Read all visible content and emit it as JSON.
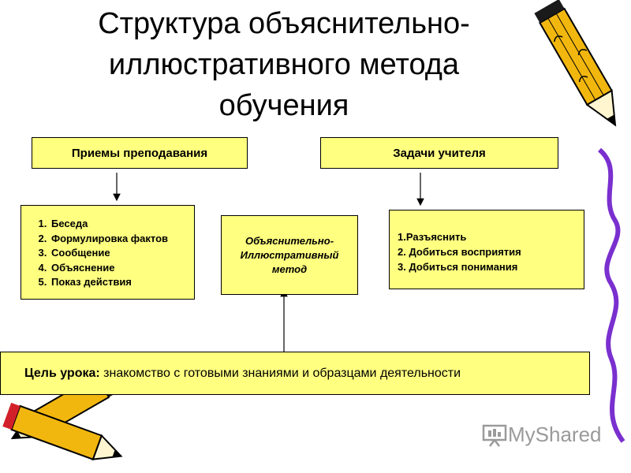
{
  "title": "Структура объяснительно-иллюстративного метода обучения",
  "boxes": {
    "techniques": "Приемы преподавания",
    "tasks": "Задачи учителя",
    "method": "Объяснительно-Иллюстративный метод",
    "techniques_list": [
      "Беседа",
      "Формулировка фактов",
      "Сообщение",
      "Объяснение",
      "Показ действия"
    ],
    "tasks_list": [
      "1.Разъяснить",
      "2. Добиться восприятия",
      "3. Добиться понимания"
    ],
    "goal_label": "Цель урока:",
    "goal_text": "знакомство с готовыми знаниями и образцами деятельности"
  },
  "watermark": "MyShared",
  "colors": {
    "box_fill": "#ffff80",
    "pencil_body": "#f2b70f",
    "ribbon": "#7a2fcf"
  }
}
